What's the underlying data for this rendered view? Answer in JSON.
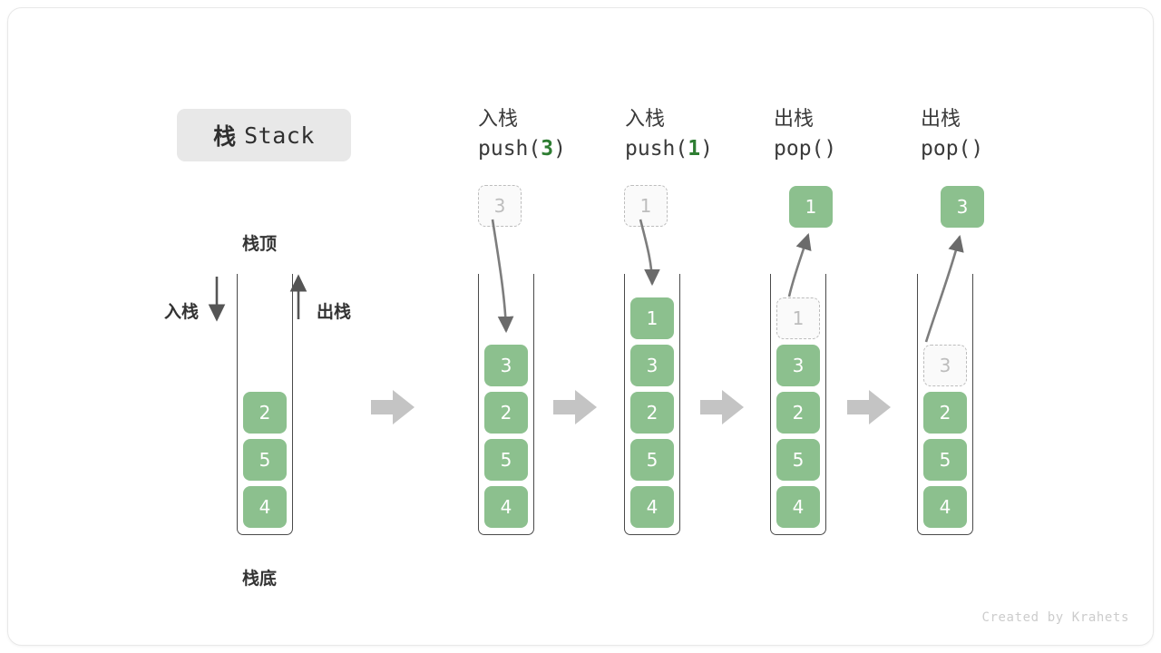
{
  "title": {
    "cn": "栈",
    "en": "Stack"
  },
  "footer": "Created by Krahets",
  "colors": {
    "cell_green": "#8cc08e",
    "ghost_border": "#bdbdbd",
    "arrow_gray": "#c4c4c4",
    "frame": "#4a4a4a",
    "accent_code": "#2e7d32"
  },
  "legend": {
    "top_label": "栈顶",
    "bottom_label": "栈底",
    "push_label": "入栈",
    "pop_label": "出栈"
  },
  "steps": [
    {
      "id": "initial",
      "op_cn": "",
      "op_code_prefix": "",
      "op_code_arg": "",
      "op_code_suffix": "",
      "cells": [
        "2",
        "5",
        "4"
      ],
      "float": null
    },
    {
      "id": "push-3",
      "op_cn": "入栈",
      "op_code_prefix": "push(",
      "op_code_arg": "3",
      "op_code_suffix": ")",
      "cells": [
        "3",
        "2",
        "5",
        "4"
      ],
      "float": {
        "value": "3",
        "style": "ghost",
        "direction": "down"
      }
    },
    {
      "id": "push-1",
      "op_cn": "入栈",
      "op_code_prefix": "push(",
      "op_code_arg": "1",
      "op_code_suffix": ")",
      "cells": [
        "1",
        "3",
        "2",
        "5",
        "4"
      ],
      "float": {
        "value": "1",
        "style": "ghost",
        "direction": "down"
      }
    },
    {
      "id": "pop-1",
      "op_cn": "出栈",
      "op_code_prefix": "pop(",
      "op_code_arg": "",
      "op_code_suffix": ")",
      "cells": [
        "1",
        "3",
        "2",
        "5",
        "4"
      ],
      "ghost_index": 0,
      "float": {
        "value": "1",
        "style": "filled",
        "direction": "up"
      }
    },
    {
      "id": "pop-3",
      "op_cn": "出栈",
      "op_code_prefix": "pop(",
      "op_code_arg": "",
      "op_code_suffix": ")",
      "cells": [
        "3",
        "2",
        "5",
        "4"
      ],
      "ghost_index": 0,
      "float": {
        "value": "3",
        "style": "filled",
        "direction": "up"
      }
    }
  ]
}
